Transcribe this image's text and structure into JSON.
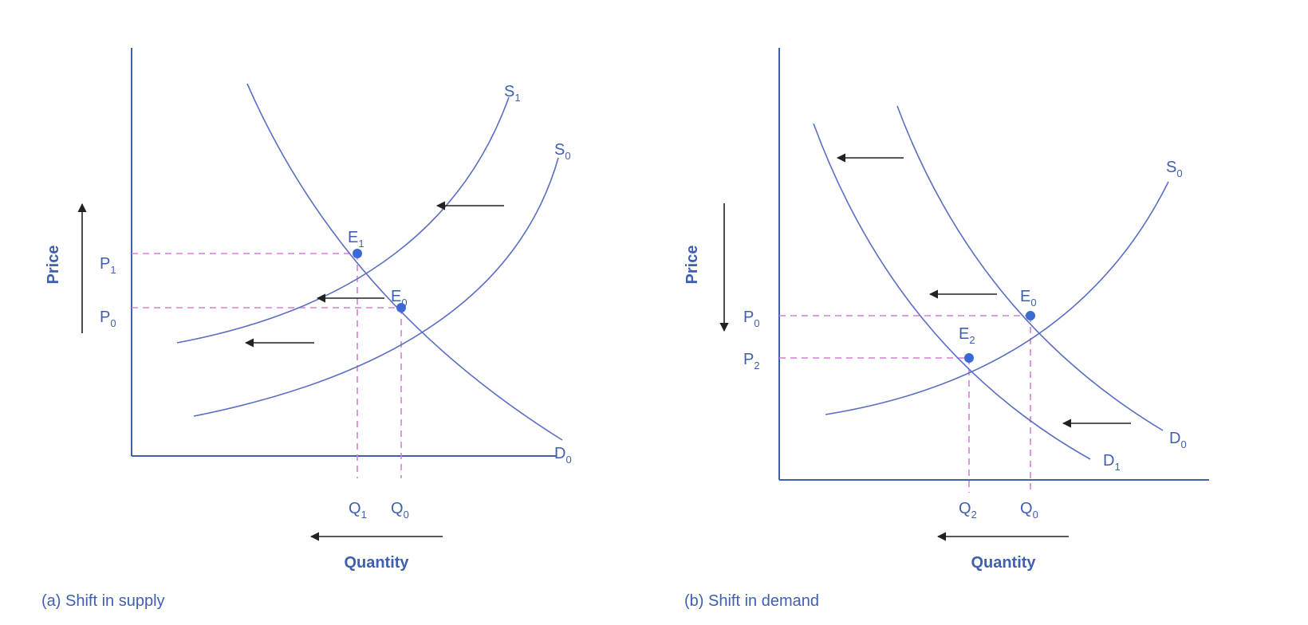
{
  "colors": {
    "axis": "#3f5fb0",
    "curve": "#5a6fc0",
    "guide": "#d67fd6",
    "point": "#3b6ad4",
    "arrow": "#222222"
  },
  "panel_a": {
    "caption": "(a) Shift in supply",
    "x_axis_title": "Quantity",
    "y_axis_title": "Price",
    "labels": {
      "s1": {
        "main": "S",
        "sub": "1"
      },
      "s0": {
        "main": "S",
        "sub": "0"
      },
      "d0": {
        "main": "D",
        "sub": "0"
      },
      "e1": {
        "main": "E",
        "sub": "1"
      },
      "e0": {
        "main": "E",
        "sub": "0"
      },
      "p1": {
        "main": "P",
        "sub": "1"
      },
      "p0": {
        "main": "P",
        "sub": "0"
      },
      "q1": {
        "main": "Q",
        "sub": "1"
      },
      "q0": {
        "main": "Q",
        "sub": "0"
      }
    }
  },
  "panel_b": {
    "caption": "(b) Shift in demand",
    "x_axis_title": "Quantity",
    "y_axis_title": "Price",
    "labels": {
      "s0": {
        "main": "S",
        "sub": "0"
      },
      "d0": {
        "main": "D",
        "sub": "0"
      },
      "d1": {
        "main": "D",
        "sub": "1"
      },
      "e0": {
        "main": "E",
        "sub": "0"
      },
      "e2": {
        "main": "E",
        "sub": "2"
      },
      "p0": {
        "main": "P",
        "sub": "0"
      },
      "p2": {
        "main": "P",
        "sub": "2"
      },
      "q2": {
        "main": "Q",
        "sub": "2"
      },
      "q0": {
        "main": "Q",
        "sub": "0"
      }
    }
  }
}
